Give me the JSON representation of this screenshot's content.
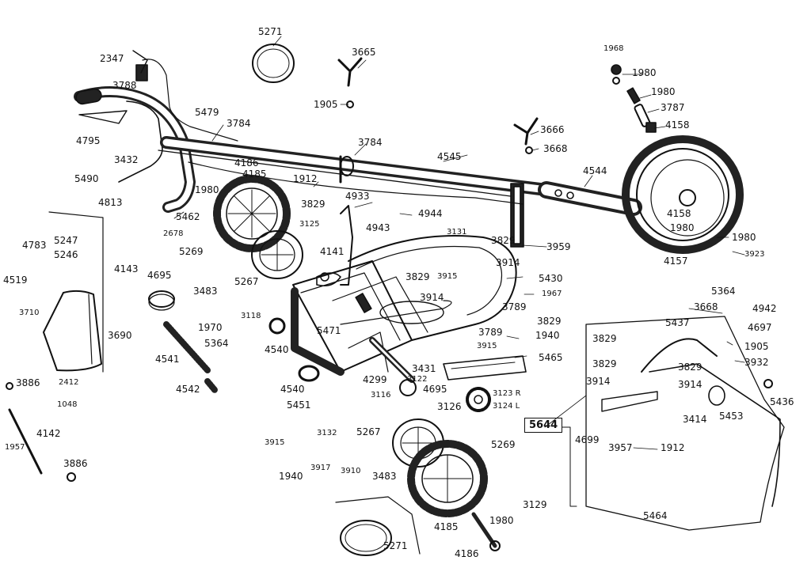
{
  "labels": {
    "l2347": "2347",
    "l3788": "3788",
    "l4795": "4795",
    "l5271a": "5271",
    "l3665": "3665",
    "l1905a": "1905",
    "l5479": "5479",
    "l3784a": "3784",
    "l3784b": "3784",
    "l1968": "1968",
    "l1980a": "1980",
    "l1980b": "1980",
    "l3787": "3787",
    "l4158a": "4158",
    "l3666": "3666",
    "l3668a": "3668",
    "l4545": "4545",
    "l4544": "4544",
    "l3432": "3432",
    "l4186a": "4186",
    "l4185a": "4185",
    "l5490": "5490",
    "l1980c": "1980",
    "l1912a": "1912",
    "l4933": "4933",
    "l4813": "4813",
    "l5462": "5462",
    "l3829a": "3829",
    "l4944": "4944",
    "l4943": "4943",
    "l2678": "2678",
    "l3125": "3125",
    "l3131": "3131",
    "l3829b": "3829",
    "l3959": "3959",
    "l3914a": "3914",
    "l4158b": "4158",
    "l1980d": "1980",
    "l1980e": "1980",
    "l3923": "3923",
    "l4157": "4157",
    "l4783": "4783",
    "l5247": "5247",
    "l5246": "5246",
    "l5269a": "5269",
    "l4141": "4141",
    "l5267a": "5267",
    "l3483a": "3483",
    "l4143": "4143",
    "l4519": "4519",
    "l3710": "3710",
    "l4695a": "4695",
    "l3829c": "3829",
    "l3915a": "3915",
    "l5430": "5430",
    "l3914b": "3914",
    "l1967a": "1967",
    "l5364a": "5364",
    "l3118": "3118",
    "l3789a": "3789",
    "l3668b": "3668",
    "l4942": "4942",
    "l5437": "5437",
    "l4697": "4697",
    "l3690": "3690",
    "l1970": "1970",
    "l5364b": "5364",
    "l4540a": "4540",
    "l5471": "5471",
    "l3829d": "3829",
    "l3789b": "3789",
    "l1940a": "1940",
    "l3915b": "3915",
    "l3829e": "3829",
    "l1905b": "1905",
    "l4541": "4541",
    "l5465": "5465",
    "l3431": "3431",
    "l3829f": "3829",
    "l3829g": "3829",
    "l3932": "3932",
    "l3886a": "3886",
    "l2412": "2412",
    "l4299": "4299",
    "l3122": "3122",
    "l4542": "4542",
    "l4540b": "4540",
    "l4695b": "4695",
    "l3914c": "3914",
    "l3914d": "3914",
    "l3116": "3116",
    "l3123": "3123 R",
    "l3124": "3124 L",
    "l5436": "5436",
    "l1048": "1048",
    "l5451": "5451",
    "l3126": "3126",
    "l3414": "3414",
    "l5453": "5453",
    "l4142": "4142",
    "l5644": "5644",
    "l4699": "4699",
    "l3132": "3132",
    "l5267b": "5267",
    "l5269b": "5269",
    "l3957": "3957",
    "l1912b": "1912",
    "l3915c": "3915",
    "l1957": "1957",
    "l3886b": "3886",
    "l1940b": "1940",
    "l3917": "3917",
    "l3910": "3910",
    "l3483b": "3483",
    "l3129": "3129",
    "l5464": "5464",
    "l1980f": "1980",
    "l4185b": "4185",
    "l5271b": "5271",
    "l4186b": "4186"
  }
}
